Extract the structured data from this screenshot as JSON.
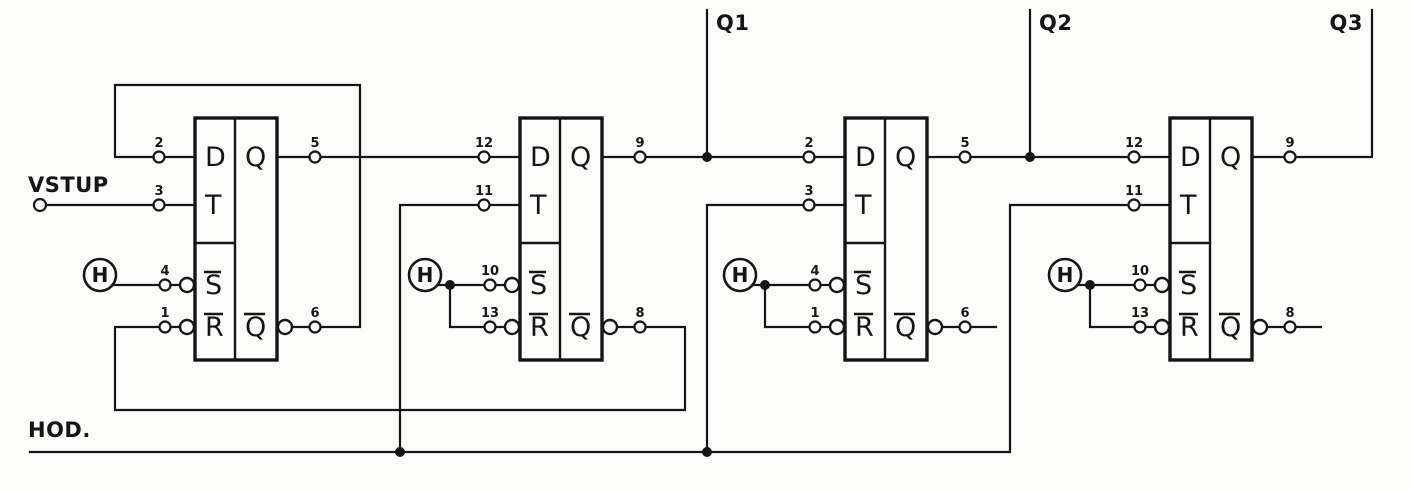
{
  "diagram": {
    "net_labels": {
      "vstup": "VSTUP",
      "hod": "HOD.",
      "q1": "Q1",
      "q2": "Q2",
      "q3": "Q3"
    },
    "high_marker": "H",
    "pin_labels": {
      "d": "D",
      "t": "T",
      "s": "S̄",
      "r": "R̄",
      "q": "Q",
      "qb": "Q̄"
    },
    "flipflops": [
      {
        "id": "ff1",
        "pin_numbers": {
          "d": "2",
          "t": "3",
          "s": "4",
          "r": "1",
          "q": "5",
          "qb": "6"
        }
      },
      {
        "id": "ff2",
        "pin_numbers": {
          "d": "12",
          "t": "11",
          "s": "10",
          "r": "13",
          "q": "9",
          "qb": "8"
        }
      },
      {
        "id": "ff3",
        "pin_numbers": {
          "d": "2",
          "t": "3",
          "s": "4",
          "r": "1",
          "q": "5",
          "qb": "6"
        }
      },
      {
        "id": "ff4",
        "pin_numbers": {
          "d": "12",
          "t": "11",
          "s": "10",
          "r": "13",
          "q": "9",
          "qb": "8"
        }
      }
    ],
    "colors": {
      "ink": "#151515",
      "paper": "#fcfcfa"
    }
  }
}
